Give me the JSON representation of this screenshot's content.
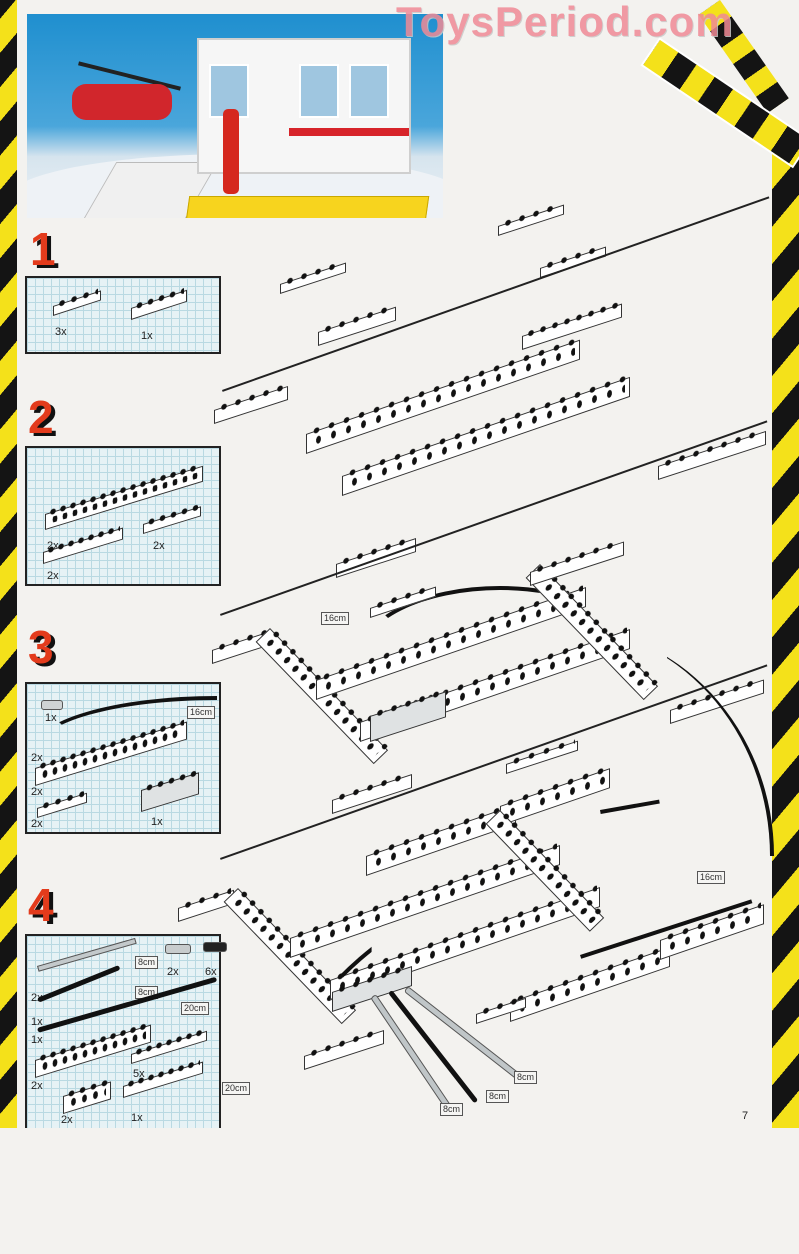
{
  "document": {
    "type": "LEGO Technic building instructions",
    "page_number": "7",
    "watermark": "ToysPeriod.com"
  },
  "cover_photo": {
    "subject": "Arctic rescue base model with helicopter, figures, cabin, ramp and yellow sled base"
  },
  "steps": [
    {
      "number": "1",
      "parts": [
        {
          "part": "1x4 plate",
          "qty": "3x"
        },
        {
          "part": "2x4 plate",
          "qty": "1x"
        }
      ]
    },
    {
      "number": "2",
      "parts": [
        {
          "part": "1x16 technic beam",
          "qty": "2x"
        },
        {
          "part": "2x6 plate",
          "qty": "2x"
        },
        {
          "part": "2x4 plate",
          "qty": "2x"
        }
      ]
    },
    {
      "number": "3",
      "parts": [
        {
          "part": "T-connector",
          "qty": "1x"
        },
        {
          "part": "hose",
          "length": "16cm",
          "qty": "2x"
        },
        {
          "part": "1x16 technic beam",
          "qty": "2x"
        },
        {
          "part": "1x4 plate",
          "qty": "2x"
        },
        {
          "part": "2x4 pneumatic distribution block",
          "qty": "1x"
        }
      ]
    },
    {
      "number": "4",
      "parts": [
        {
          "part": "grey hose",
          "length": "8cm",
          "qty": "2x"
        },
        {
          "part": "grey connector",
          "qty": "2x"
        },
        {
          "part": "black connector",
          "qty": "6x"
        },
        {
          "part": "black hose",
          "length": "8cm",
          "qty": "1x"
        },
        {
          "part": "black hose",
          "length": "20cm",
          "qty": "1x"
        },
        {
          "part": "1x10 technic beam",
          "qty": "2x"
        },
        {
          "part": "1x8 plate",
          "qty": "5x"
        },
        {
          "part": "1x4 technic beam",
          "qty": "2x"
        },
        {
          "part": "2x8 plate",
          "qty": "1x"
        }
      ]
    }
  ],
  "assembly_labels": {
    "step3_hose_a": "16cm",
    "step3_hose_b": "16cm",
    "step4_hose_20": "20cm",
    "step4_hose_8a": "8cm",
    "step4_hose_8b": "8cm",
    "step4_hose_8c": "8cm"
  },
  "colors": {
    "hazard_yellow": "#f4e11a",
    "hazard_black": "#141414",
    "step_number_red": "#e33b1c",
    "grid_blue": "#e6f2f5",
    "watermark_pink": "#f08a96"
  }
}
